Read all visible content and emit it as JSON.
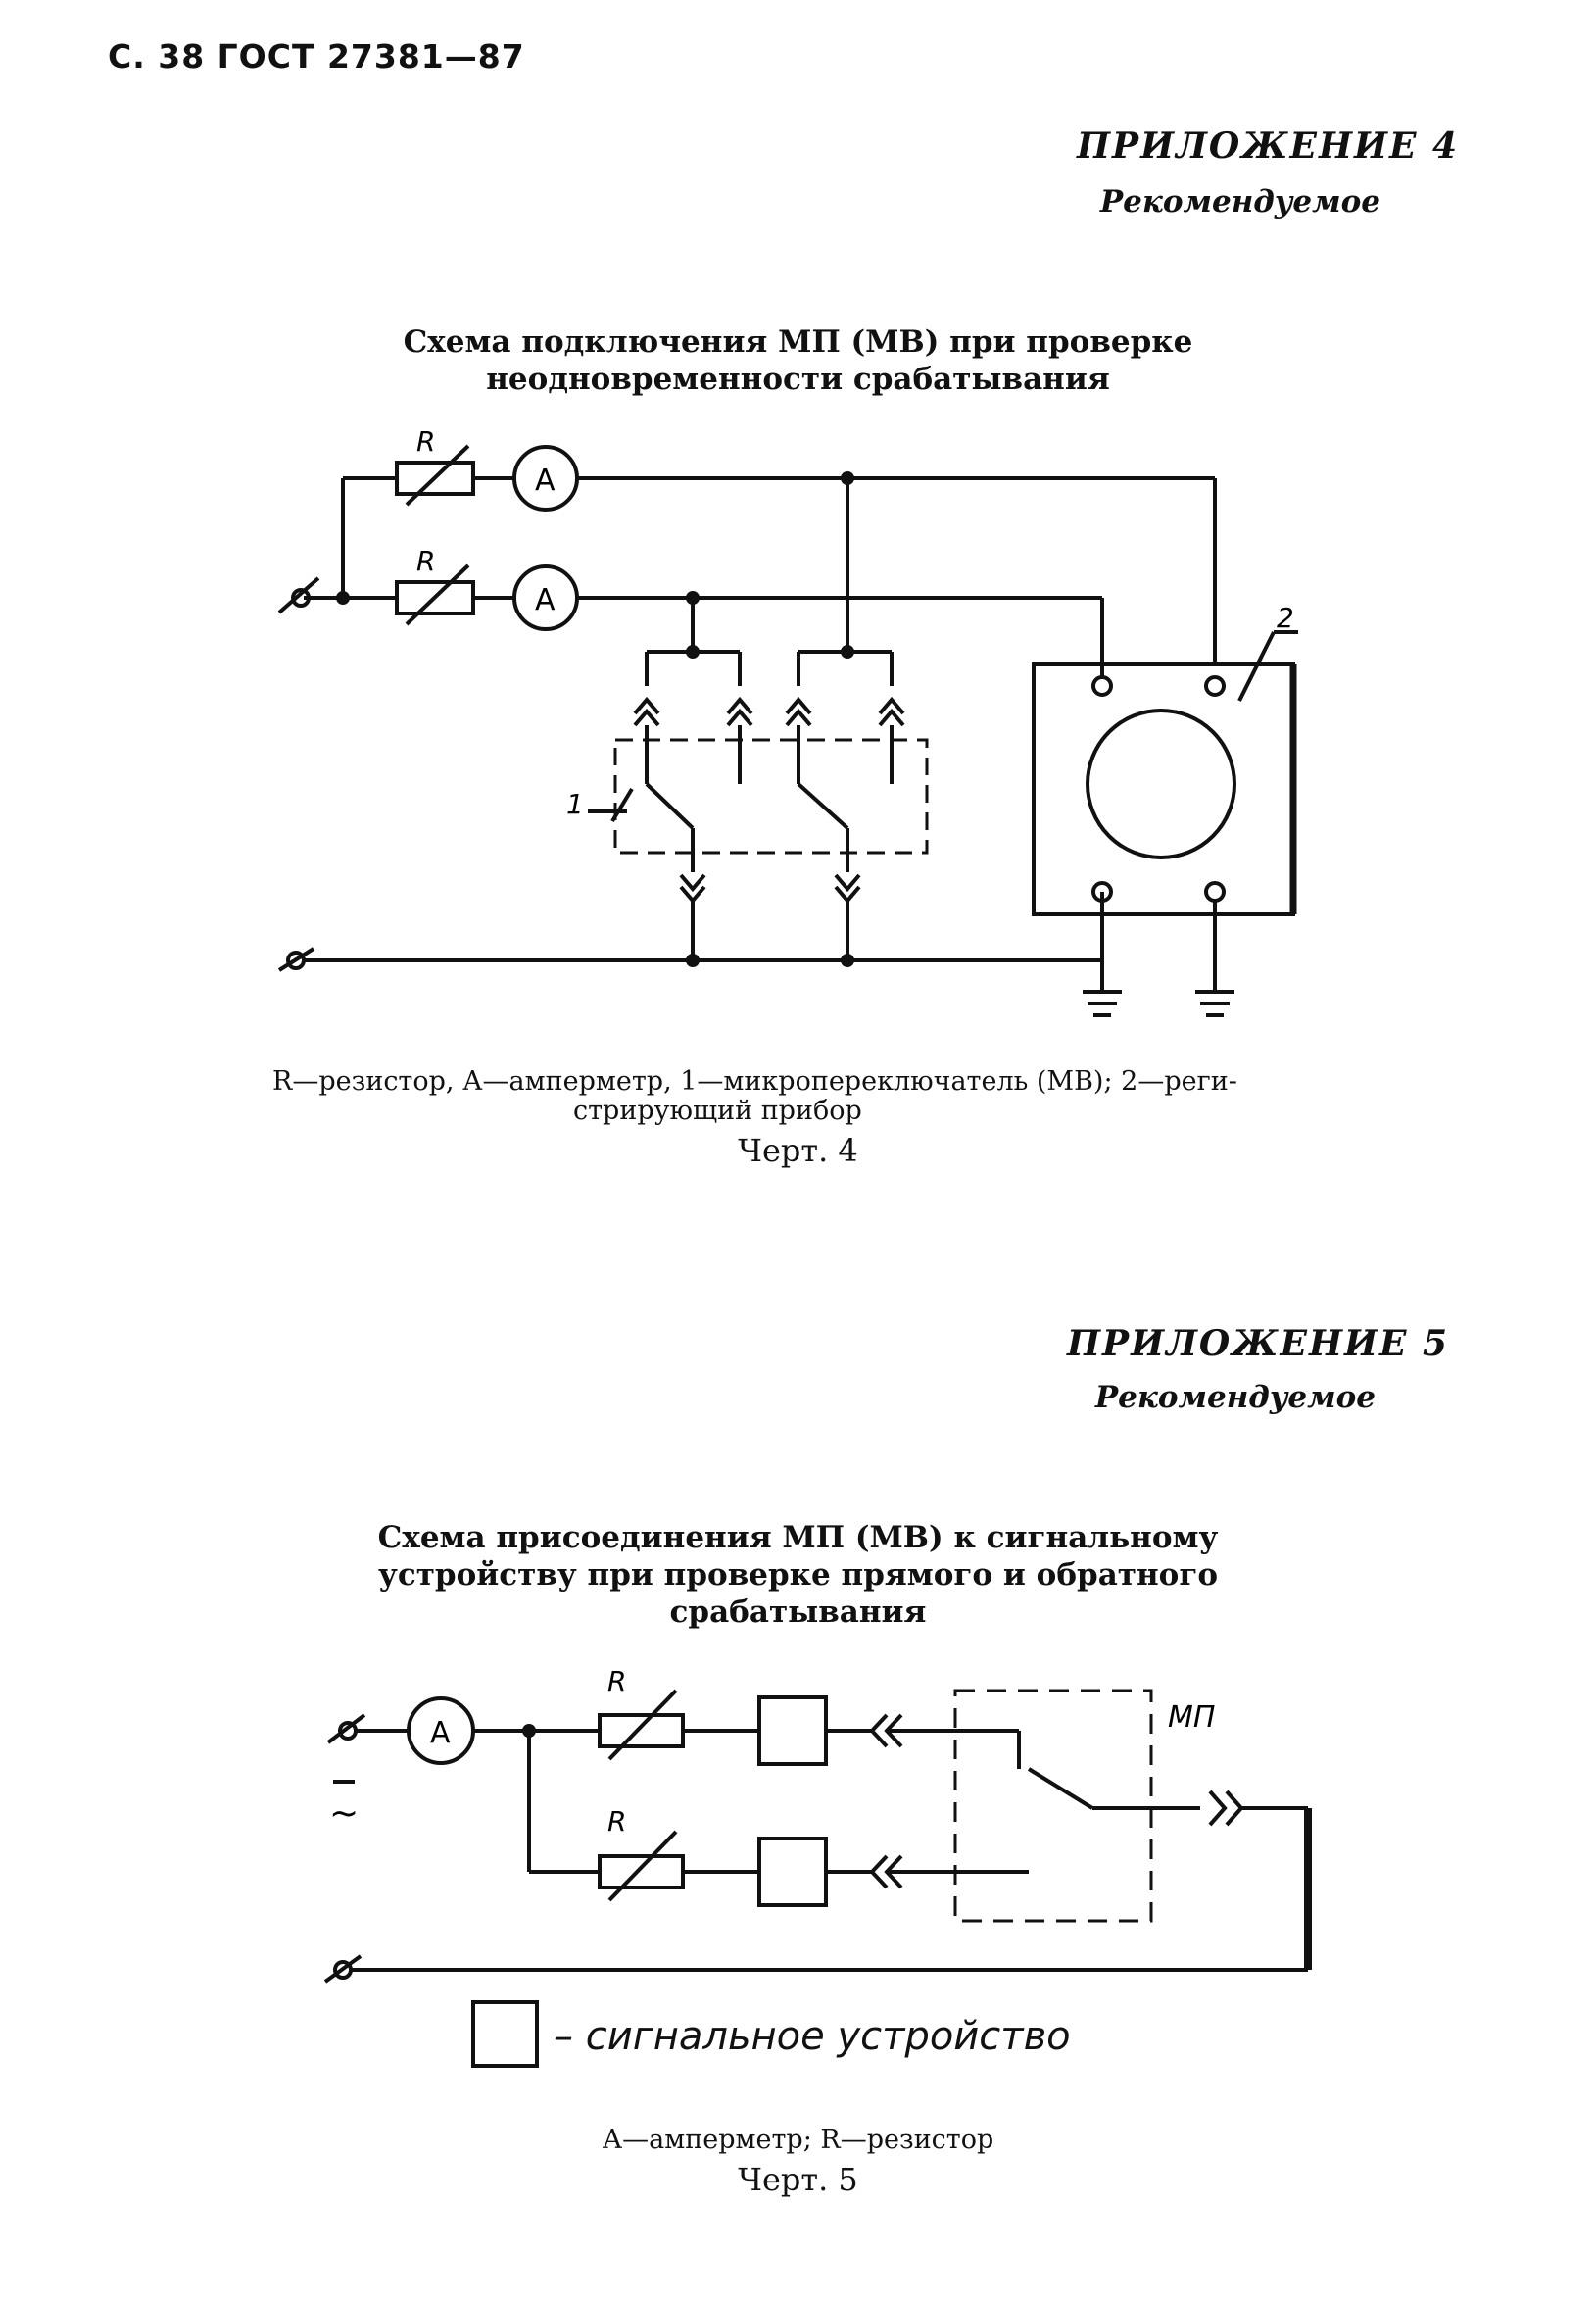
{
  "header": "С. 38 ГОСТ 27381—87",
  "appendix4": {
    "title": "ПРИЛОЖЕНИЕ 4",
    "subtitle": "Рекомендуемое",
    "chart_title_line1": "Схема подключения МП (МВ) при проверке",
    "chart_title_line2": "неодновременности срабатывания",
    "labels": {
      "R": "R",
      "A": "A",
      "item1": "1",
      "item2": "2"
    },
    "caption_line1": "R—резистор, А—амперметр, 1—микропереключатель (МВ); 2—регистрирующий прибор",
    "caption_line1_a": "R—резистор, А—амперметр, 1—микропереключатель (МВ); 2—реги-",
    "caption_line2": "стрирующий прибор",
    "figure": "Черт. 4"
  },
  "appendix5": {
    "title": "ПРИЛОЖЕНИЕ 5",
    "subtitle": "Рекомендуемое",
    "chart_title_line1": "Схема присоединения МП (МВ) к сигнальному",
    "chart_title_line2": "устройству при проверке прямого и обратного",
    "chart_title_line3": "срабатывания",
    "labels": {
      "R": "R",
      "A": "A",
      "mp": "МП",
      "ac": "~"
    },
    "legend": "– сигнальное устройство",
    "caption": "А—амперметр; R—резистор",
    "figure": "Черт. 5"
  }
}
